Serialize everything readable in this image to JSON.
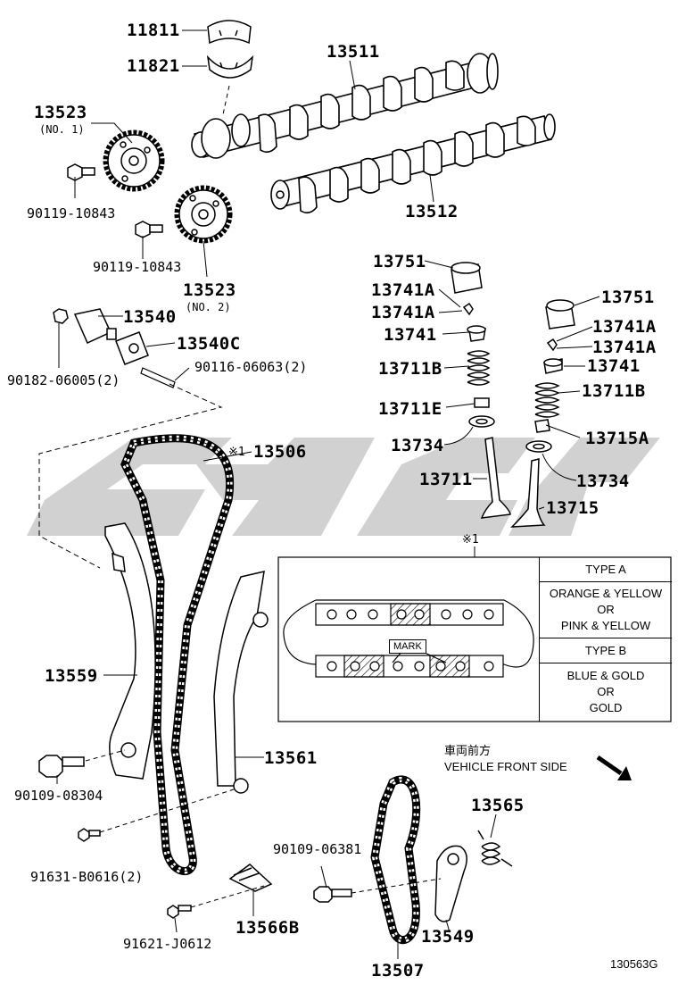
{
  "diagram": {
    "labels": {
      "p11811": "11811",
      "p11821": "11821",
      "p13511": "13511",
      "p13523a": "13523",
      "p13523a_sub": "(NO. 1)",
      "p13512": "13512",
      "p90119a": "90119-10843",
      "p90119b": "90119-10843",
      "p13523b": "13523",
      "p13523b_sub": "(NO. 2)",
      "p13540": "13540",
      "p13540c": "13540C",
      "p90182": "90182-06005(2)",
      "p90116": "90116-06063(2)",
      "p13751a": "13751",
      "p13741Aa": "13741A",
      "p13741Ab": "13741A",
      "p13741a": "13741",
      "p13711Ba": "13711B",
      "p13711E": "13711E",
      "p13734a": "13734",
      "p13711": "13711",
      "p13751b": "13751",
      "p13741Ac": "13741A",
      "p13741Ad": "13741A",
      "p13741b": "13741",
      "p13711Bb": "13711B",
      "p13715A": "13715A",
      "p13734b": "13734",
      "p13715": "13715",
      "p13506": "13506",
      "p13506_ref": "※1",
      "p13559": "13559",
      "p13561": "13561",
      "p90109a": "90109-08304",
      "p91631": "91631-B0616(2)",
      "p13565": "13565",
      "p90109b": "90109-06381",
      "p13566B": "13566B",
      "p91621": "91621-J0612",
      "p13549": "13549",
      "p13507": "13507"
    },
    "detail": {
      "ref": "※1",
      "mark_label": "MARK",
      "type_a": "TYPE A",
      "type_a_options": [
        "ORANGE & YELLOW",
        "OR",
        "PINK & YELLOW"
      ],
      "type_b": "TYPE B",
      "type_b_options": [
        "BLUE & GOLD",
        "OR",
        "GOLD"
      ]
    },
    "front_jp": "車両前方",
    "front_en": "VEHICLE FRONT SIDE",
    "diagram_code": "130563G"
  }
}
